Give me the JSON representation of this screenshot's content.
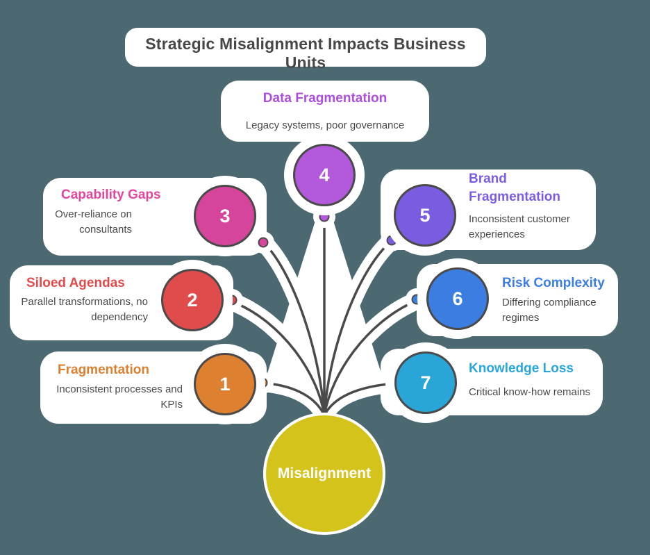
{
  "title": "Strategic Misalignment Impacts Business Units",
  "background": {
    "page_color": "#4C6972",
    "panel_color": "#FFFFFF",
    "line_color": "#4A4A4A",
    "title_color": "#474747",
    "subtitle_color": "#4A4A4A"
  },
  "center": {
    "label": "Misalignment",
    "color": "#D3C31A",
    "text_color": "#FFFFFF"
  },
  "nodes": [
    {
      "number": "1",
      "label": "Fragmentation",
      "subtitle": "Inconsistent processes and KPIs",
      "color": "#DD8030",
      "label_color": "#DD7F2F"
    },
    {
      "number": "2",
      "label": "Siloed Agendas",
      "subtitle": "Parallel transformations, no dependency",
      "color": "#E04B4B",
      "label_color": "#E14B4B"
    },
    {
      "number": "3",
      "label": "Capability Gaps",
      "subtitle": "Over-reliance on consultants",
      "color": "#D6459C",
      "label_color": "#E2479D"
    },
    {
      "number": "4",
      "label": "Data Fragmentation",
      "subtitle": "Legacy systems, poor governance",
      "color": "#B259DC",
      "label_color": "#AD4FE0"
    },
    {
      "number": "5",
      "label": "Brand Fragmentation",
      "subtitle": "Inconsistent customer experiences",
      "color": "#7A5CE0",
      "label_color": "#7B5CE6"
    },
    {
      "number": "6",
      "label": "Risk Complexity",
      "subtitle": "Differing compliance regimes",
      "color": "#3B7DE0",
      "label_color": "#3D7FE0"
    },
    {
      "number": "7",
      "label": "Knowledge Loss",
      "subtitle": "Critical know-how remains",
      "color": "#29A5D8",
      "label_color": "#2BA6DD"
    }
  ]
}
